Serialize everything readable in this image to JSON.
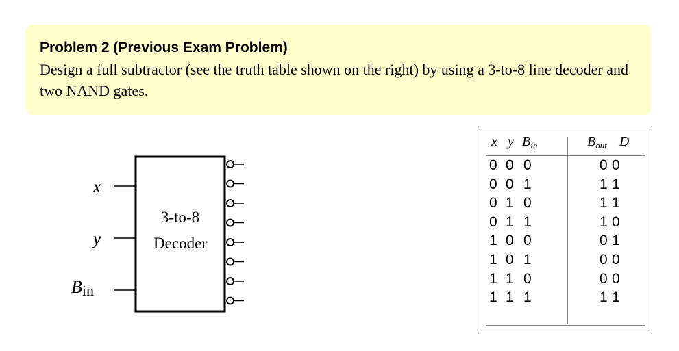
{
  "problem": {
    "title": "Problem 2 (Previous Exam Problem)",
    "text": "Design a full subtractor (see the truth table shown on the right) by using a 3-to-8 line decoder and two NAND gates."
  },
  "decoder": {
    "label_line1": "3-to-8",
    "label_line2": "Decoder",
    "input_x": "x",
    "input_y": "y",
    "input_bin_base": "B",
    "input_bin_sub": "in",
    "output_count": 8
  },
  "truth_table": {
    "headers": {
      "x": "x",
      "y": "y",
      "bin_base": "B",
      "bin_sub": "in",
      "bout_base": "B",
      "bout_sub": "out",
      "d": "D"
    },
    "rows": [
      {
        "x": "0",
        "y": "0",
        "bin": "0",
        "bout": "0",
        "d": "0"
      },
      {
        "x": "0",
        "y": "0",
        "bin": "1",
        "bout": "1",
        "d": "1"
      },
      {
        "x": "0",
        "y": "1",
        "bin": "0",
        "bout": "1",
        "d": "1"
      },
      {
        "x": "0",
        "y": "1",
        "bin": "1",
        "bout": "1",
        "d": "0"
      },
      {
        "x": "1",
        "y": "0",
        "bin": "0",
        "bout": "0",
        "d": "1"
      },
      {
        "x": "1",
        "y": "0",
        "bin": "1",
        "bout": "0",
        "d": "0"
      },
      {
        "x": "1",
        "y": "1",
        "bin": "0",
        "bout": "0",
        "d": "0"
      },
      {
        "x": "1",
        "y": "1",
        "bin": "1",
        "bout": "1",
        "d": "1"
      }
    ]
  }
}
